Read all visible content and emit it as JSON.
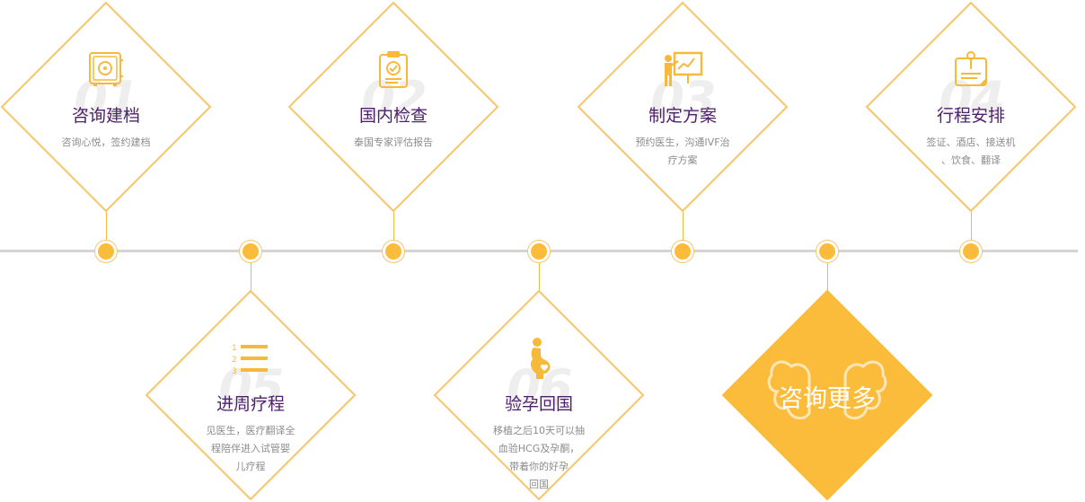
{
  "steps": [
    {
      "number": "01",
      "title": "咨询建档",
      "desc_lines": [
        "咨询心悦，签约建档"
      ],
      "icon": "safe-icon"
    },
    {
      "number": "02",
      "title": "国内检查",
      "desc_lines": [
        "泰国专家评估报告"
      ],
      "icon": "clipboard-check-icon"
    },
    {
      "number": "03",
      "title": "制定方案",
      "desc_lines": [
        "预约医生，沟通IVF治",
        "疗方案"
      ],
      "icon": "presentation-board-icon"
    },
    {
      "number": "04",
      "title": "行程安排",
      "desc_lines": [
        "签证、酒店、接送机",
        "、饮食、翻译"
      ],
      "icon": "notepad-pin-icon"
    },
    {
      "number": "05",
      "title": "进周疗程",
      "desc_lines": [
        "见医生，医疗翻译全",
        "程陪伴进入试管婴",
        "儿疗程"
      ],
      "icon": "numbered-list-icon"
    },
    {
      "number": "06",
      "title": "验孕回国",
      "desc_lines": [
        "移植之后10天可以抽",
        "血验HCG及孕酮，",
        "带着你的好孕",
        "回国"
      ],
      "icon": "pregnant-woman-icon"
    }
  ],
  "more": {
    "label": "咨询更多",
    "icon": "heart-outline-icon"
  },
  "colors": {
    "accent": "#fbbc3c",
    "border": "#f6c56a",
    "title": "#4e1f6b",
    "desc": "#8b8b8b",
    "timeline": "#d5d5d5"
  }
}
